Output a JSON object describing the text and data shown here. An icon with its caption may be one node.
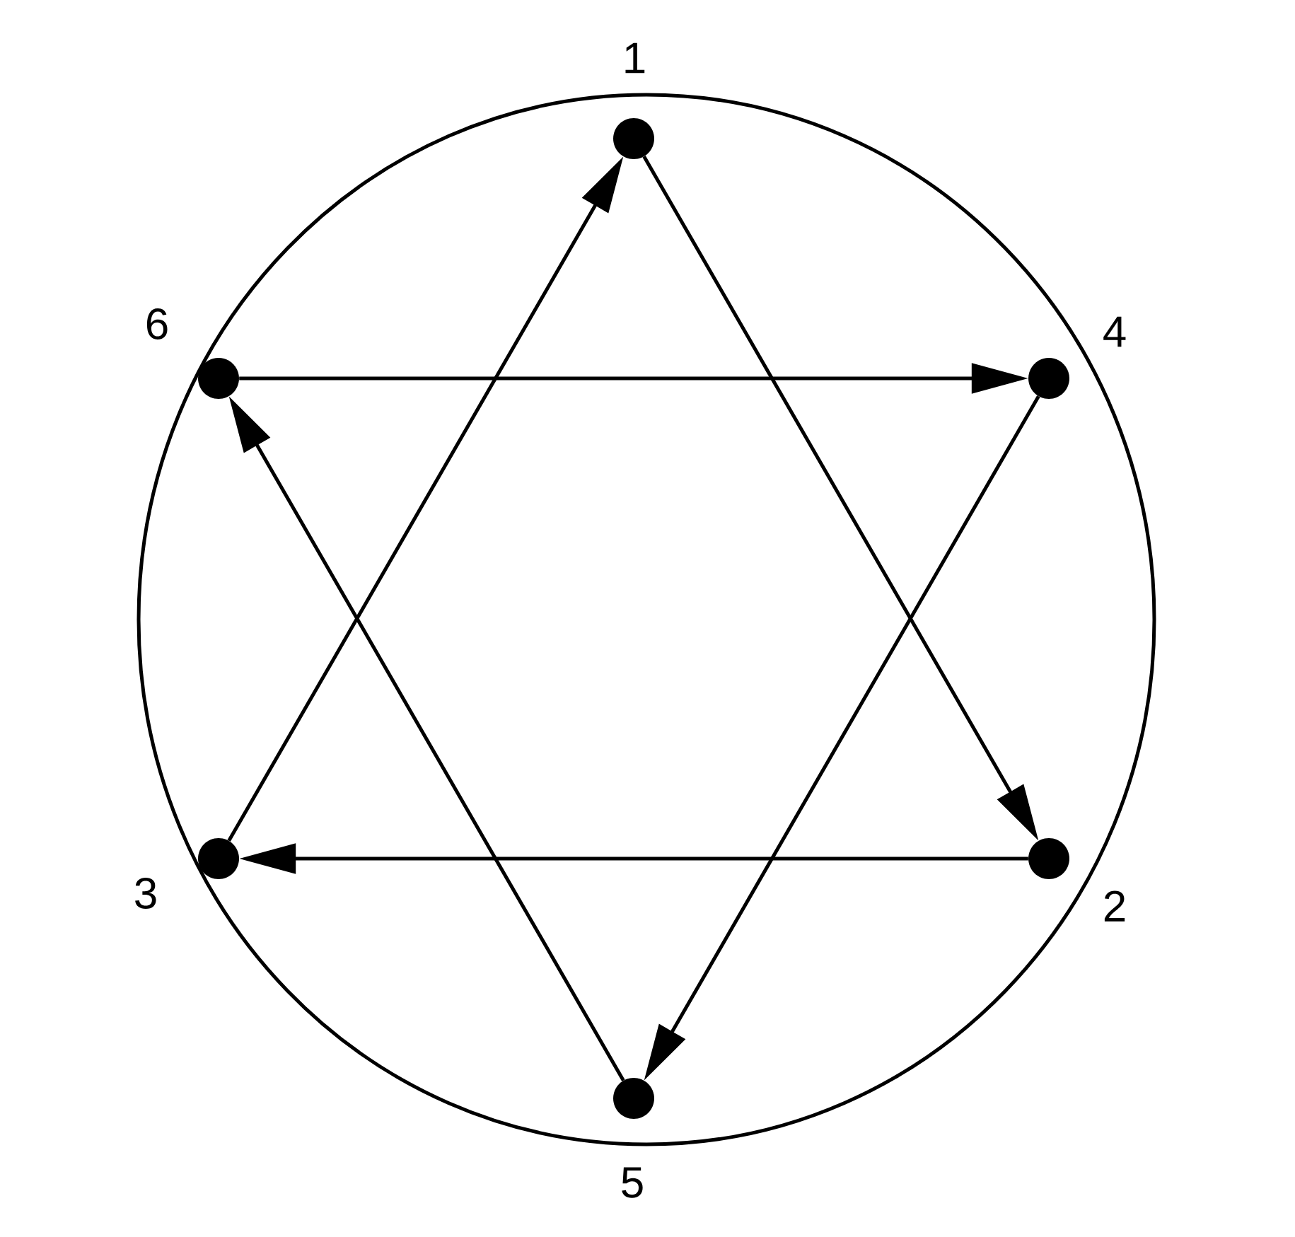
{
  "diagram": {
    "nodes": [
      {
        "text": [],
        "shape": "circle",
        "beside": [
          "1"
        ]
      },
      {
        "text": [],
        "shape": "circle",
        "beside": [
          "6"
        ]
      },
      {
        "text": [],
        "shape": "circle",
        "beside": [
          "4"
        ]
      },
      {
        "text": [],
        "shape": "circle",
        "beside": [
          "3"
        ]
      },
      {
        "text": [],
        "shape": "circle",
        "beside": [
          "2"
        ]
      },
      {
        "text": [],
        "shape": "circle",
        "beside": [
          "5"
        ]
      }
    ],
    "edges": [
      {
        "from": 0,
        "to": 4,
        "arrow": "to"
      },
      {
        "from": 4,
        "to": 3,
        "arrow": "to"
      },
      {
        "from": 3,
        "to": 0,
        "arrow": "to"
      },
      {
        "from": 1,
        "to": 2,
        "arrow": "to"
      },
      {
        "from": 2,
        "to": 5,
        "arrow": "to"
      },
      {
        "from": 5,
        "to": 1,
        "arrow": "to"
      }
    ]
  }
}
